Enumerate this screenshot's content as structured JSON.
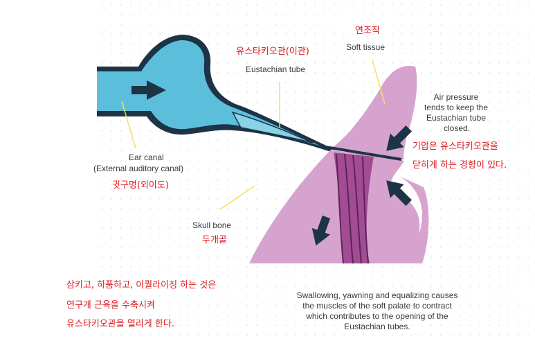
{
  "labels": {
    "soft_tissue_kr": "연조직",
    "soft_tissue": "Soft tissue",
    "eustachian_kr": "유스타키오관(이관)",
    "eustachian": "Eustachian tube",
    "air_pressure": [
      "Air pressure",
      "tends to keep the",
      "Eustachian tube",
      "closed."
    ],
    "air_pressure_kr": [
      "기압은 유스타키오관을",
      "닫히게 하는 경향이 있다."
    ],
    "ear_canal": [
      "Ear canal",
      "(External auditory canal)"
    ],
    "ear_canal_kr": "귓구멍(외이도)",
    "skull_bone": "Skull bone",
    "skull_bone_kr": "두개골",
    "swallowing": [
      "Swallowing, yawning and equalizing causes",
      "the muscles of the soft palate to contract",
      "which contributes to the opening of the",
      "Eustachian tubes."
    ],
    "swallowing_kr": [
      "삼키고, 하품하고, 이퀄라이징 하는 것은",
      "연구개 근육을 수축시켜",
      "유스타키오관을 열리게 한다."
    ]
  },
  "colors": {
    "tube_fill": "#5bbfdc",
    "tube_stroke": "#1d3346",
    "tissue_fill": "#d6a3cf",
    "muscle_fill": "#a24c94",
    "arrow": "#1d3346",
    "korean_text": "#e0161b",
    "leader_line": "#f3e05a"
  }
}
